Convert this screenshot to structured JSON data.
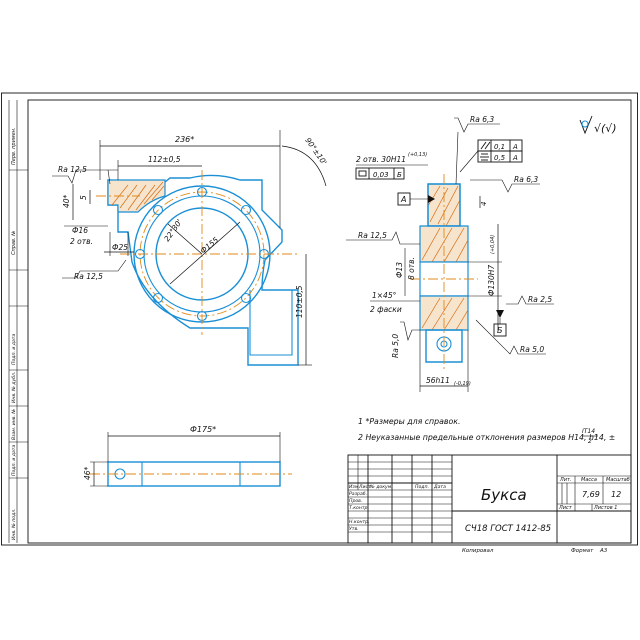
{
  "drawing": {
    "title": "Букса",
    "material": "СЧ18  ГОСТ 1412-85",
    "mass": "7,69",
    "scale": "1:2",
    "sheet": "Лист",
    "sheets": "Листов  1",
    "col_lit": "Лит.",
    "col_mass": "Масса",
    "col_scale": "Масштаб",
    "copied": "Копировал",
    "format": "Формат",
    "format_value": "А3",
    "roughness_symbol": "√(√)",
    "scale_display_value": "12"
  },
  "title_block_rows": [
    "Изм",
    "Лист",
    "№ докум.",
    "Подп.",
    "Дата"
  ],
  "title_block_roles": [
    "Разраб.",
    "Пров.",
    "Т.контр.",
    "",
    "Н.контр.",
    "Утв."
  ],
  "side_labels": [
    "Перв. примен.",
    "Справ. №",
    "Подп. и дата",
    "Инв. № дубл.",
    "Взам. инв. №",
    "Подп. и дата",
    "Инв. № подл."
  ],
  "notes": [
    "1  *Размеры для справок.",
    "2  Неуказанные предельные отклонения размеров H14, h14, ±"
  ],
  "note_fraction": {
    "num": "IT14",
    "den": "2"
  },
  "front_view": {
    "dim_236": "236*",
    "dim_112": "112±0,5",
    "dim_90": "90°±10'",
    "dim_ra_top": "Ra 12,5",
    "dim_ra_left": "Ra 12,5",
    "dim_40": "40*",
    "dim_5": "5",
    "dim_16": "Ф16",
    "dim_2holes": "2 отв.",
    "dim_25": "Ф25",
    "dim_22_30": "22°30'",
    "dim_155": "Ф155",
    "dim_110": "110±0,5"
  },
  "section_view": {
    "ra_63_top": "Ra 6,3",
    "ra_63_right": "Ra 6,3",
    "holes": "2 отв. 30H11",
    "holes_tol": "(+0,13)",
    "flat_tol": "0,03",
    "flat_base": "Б",
    "par_tol": "0,1",
    "par_base": "А",
    "sym_tol": "0,5",
    "sym_base": "А",
    "base_a": "А",
    "base_b": "Б",
    "dim_4": "4",
    "ra_125": "Ra 12,5",
    "dim_13": "Ф13",
    "dim_8holes": "8 отв.",
    "dim_130": "Ф130H7",
    "dim_130_tol": "(+0,04)",
    "chamfer": "1×45°",
    "chamfer_count": "2 фаски",
    "ra_25": "Ra 2,5",
    "ra_50_left": "Ra 5,0",
    "ra_50_right": "Ra 5,0",
    "dim_56": "56h11",
    "dim_56_tol": "(-0,19)"
  },
  "bottom_view": {
    "dim_175": "Ф175*",
    "dim_46": "46*"
  }
}
